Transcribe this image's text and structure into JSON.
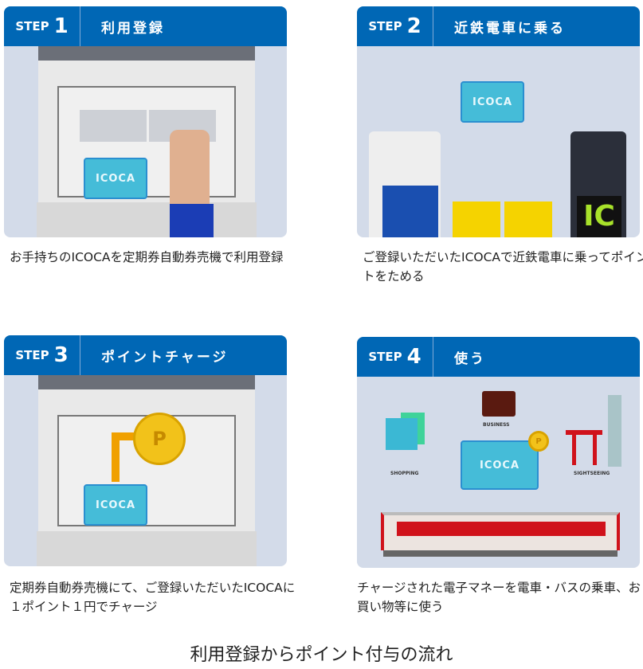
{
  "steps": [
    {
      "step_word": "STEP",
      "number": "1",
      "title": "利用登録",
      "caption": "お手持ちのICOCAを定期券自動券売機で利用登録",
      "card_label": "ICOCA"
    },
    {
      "step_word": "STEP",
      "number": "2",
      "title": "近鉄電車に乗る",
      "caption": "ご登録いただいたICOCAで近鉄電車に乗ってポイントをためる",
      "card_label": "ICOCA",
      "gate_label": "IC"
    },
    {
      "step_word": "STEP",
      "number": "3",
      "title": "ポイントチャージ",
      "caption": "定期券自動券売機にて、ご登録いただいたICOCAに１ポイント１円でチャージ",
      "card_label": "ICOCA",
      "coin_label": "P"
    },
    {
      "step_word": "STEP",
      "number": "4",
      "title": "使う",
      "caption": "チャージされた電子マネーを電車・バスの乗車、お買い物等に使う",
      "card_label": "ICOCA",
      "coin_label": "P",
      "labels": {
        "shopping": "SHOPPING",
        "business": "BUSINESS",
        "sightseeing": "SIGHTSEEING"
      }
    }
  ],
  "footer_title": "利用登録からポイント付与の流れ",
  "colors": {
    "header": "#0067b5",
    "panel_bg": "#d3dbe9",
    "card": "#45bcd8",
    "train_red": "#d0121b"
  }
}
